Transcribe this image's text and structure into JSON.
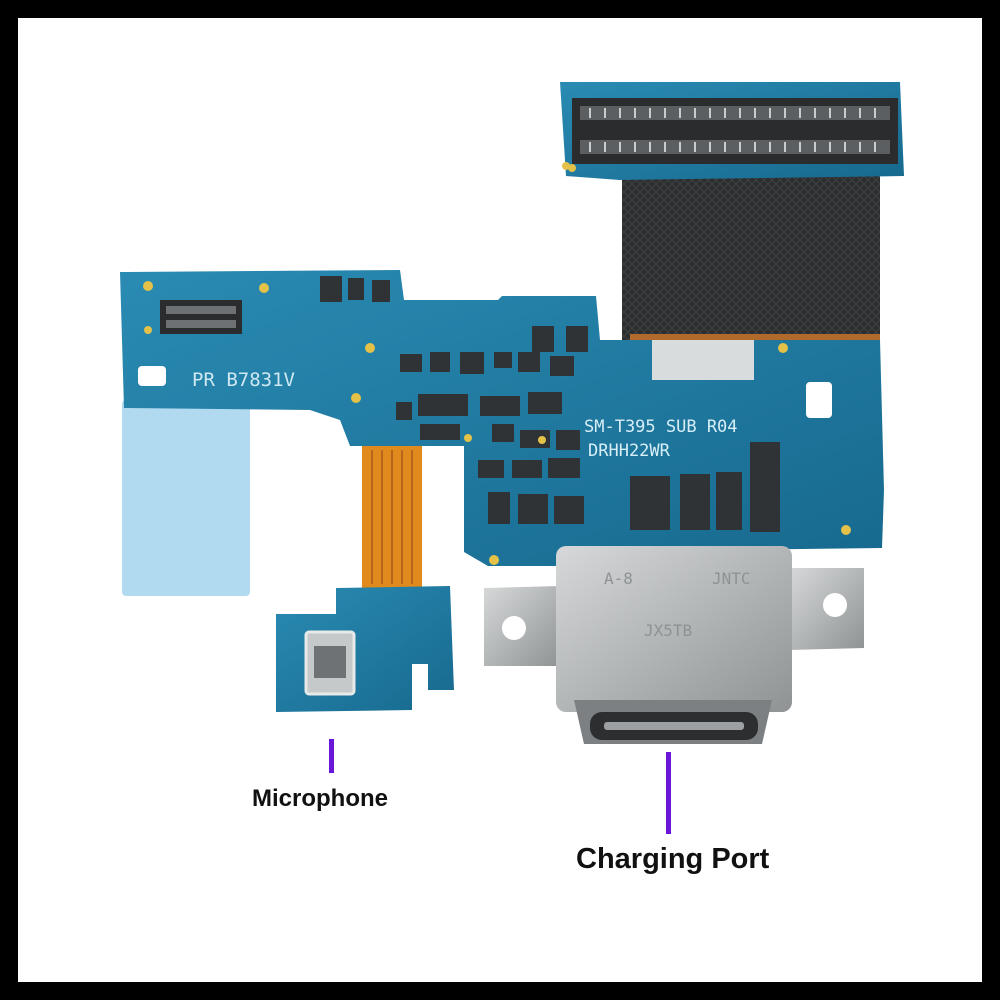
{
  "labels": {
    "microphone": "Microphone",
    "charging_port": "Charging Port"
  },
  "board_markings": {
    "part_number": "PR B7831V",
    "model_line": "SM-T395 SUB R04",
    "code_line": "DRHH22WR",
    "connector_left": "A-8",
    "connector_right": "JNTC",
    "connector_bottom": "JX5TB"
  },
  "colors": {
    "pointer": "#6a16d8",
    "pcb": "#1e7aa2",
    "pcb_dark": "#135e80",
    "flex_orange": "#e08a1e",
    "metal": "#b9bcbd"
  }
}
